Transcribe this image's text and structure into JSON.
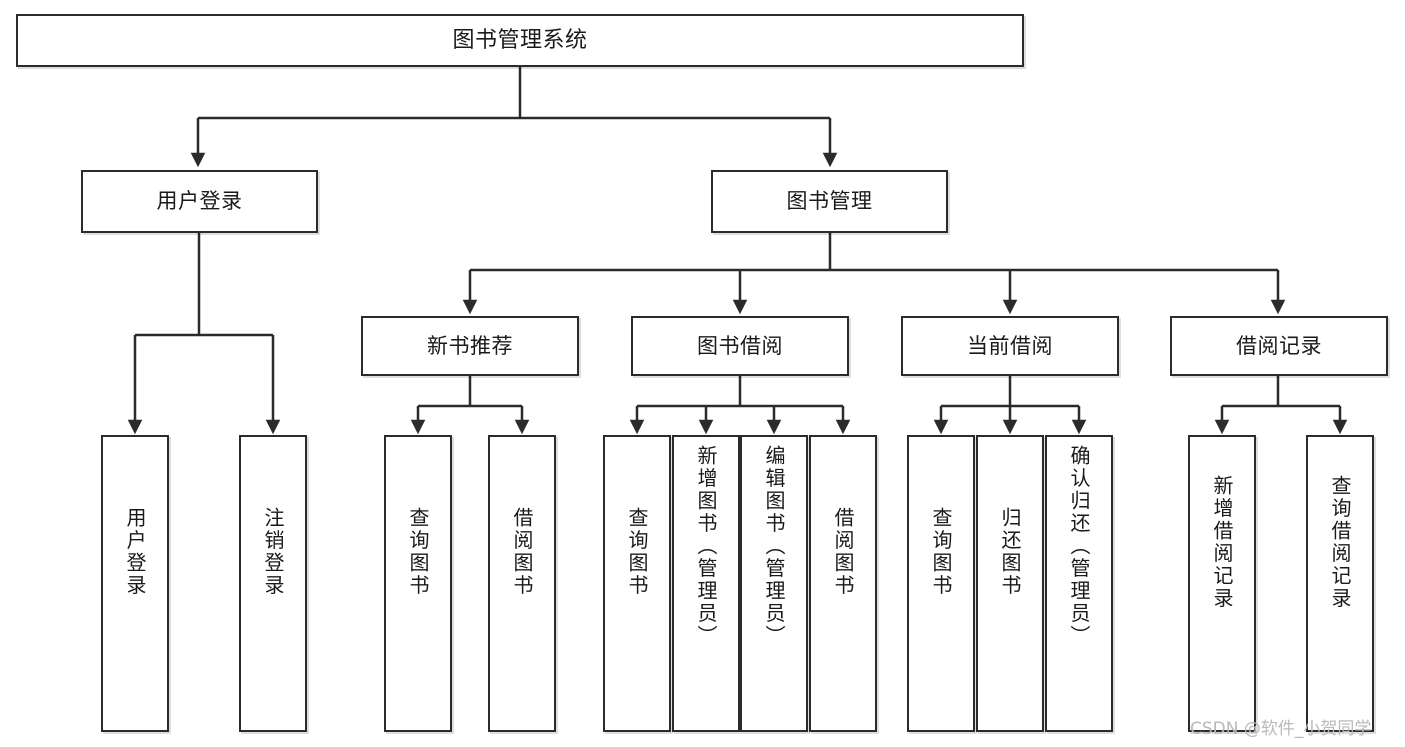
{
  "diagram": {
    "title": "图书管理系统",
    "watermark": "CSDN @软件_小贺同学",
    "levels": {
      "root": "图书管理系统",
      "level2": [
        "用户登录",
        "图书管理"
      ],
      "level3": [
        "新书推荐",
        "图书借阅",
        "当前借阅",
        "借阅记录"
      ]
    },
    "nodes": {
      "root": {
        "label": "图书管理系统"
      },
      "user_login": {
        "label": "用户登录"
      },
      "book_manage": {
        "label": "图书管理"
      },
      "new_book_recommend": {
        "label": "新书推荐"
      },
      "book_borrow": {
        "label": "图书借阅"
      },
      "current_borrow": {
        "label": "当前借阅"
      },
      "borrow_record": {
        "label": "借阅记录"
      },
      "leaf_user_login": {
        "label": "用户登录"
      },
      "leaf_logout": {
        "label": "注销登录"
      },
      "leaf_query_book_1": {
        "label": "查询图书"
      },
      "leaf_borrow_book_1": {
        "label": "借阅图书"
      },
      "leaf_query_book_2": {
        "label": "查询图书"
      },
      "leaf_add_book": {
        "label": "新增图书（管理员）"
      },
      "leaf_edit_book": {
        "label": "编辑图书（管理员）"
      },
      "leaf_borrow_book_2": {
        "label": "借阅图书"
      },
      "leaf_query_book_3": {
        "label": "查询图书"
      },
      "leaf_return_book": {
        "label": "归还图书"
      },
      "leaf_confirm_return": {
        "label": "确认归还（管理员）"
      },
      "leaf_add_record": {
        "label": "新增借阅记录"
      },
      "leaf_query_record": {
        "label": "查询借阅记录"
      }
    },
    "colors": {
      "stroke": "#2b2b2b",
      "fill": "#ffffff",
      "text": "#1a1a1a",
      "watermark": "#b9b9b9"
    }
  }
}
